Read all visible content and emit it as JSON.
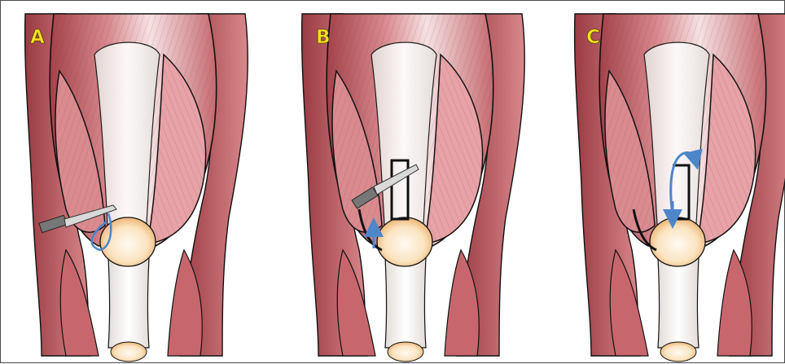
{
  "panels": [
    {
      "label": "A",
      "tool": "scalpel",
      "arrow": "curved-blue"
    },
    {
      "label": "B",
      "tool": "scalpel",
      "arrow": "up-blue"
    },
    {
      "label": "C",
      "tool": "none",
      "arrow": "curved-blue-down"
    }
  ],
  "colors": {
    "muscle": "#b9545a",
    "muscle_light": "#f3dcde",
    "tendon": "#f7f4f2",
    "patella": "#f6c98f",
    "outline": "#111111",
    "arrow": "#4d86c9",
    "label": "#f2e21c"
  }
}
